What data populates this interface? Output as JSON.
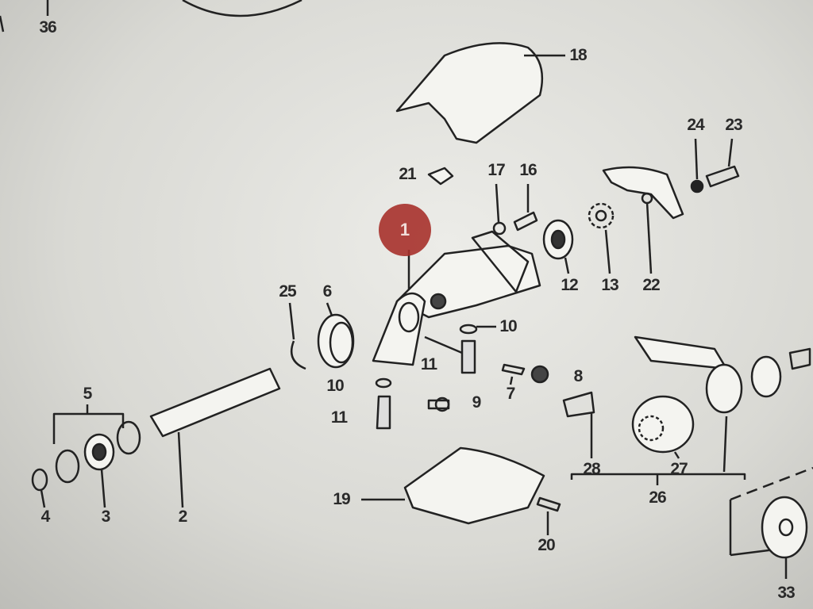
{
  "diagram": {
    "callout_number": "1",
    "callout_color": "#a8322c",
    "part_labels": [
      "36",
      "18",
      "24",
      "23",
      "21",
      "17",
      "16",
      "25",
      "6",
      "12",
      "13",
      "22",
      "10",
      "11",
      "8",
      "10",
      "7",
      "9",
      "5",
      "11",
      "28",
      "27",
      "26",
      "19",
      "4",
      "3",
      "2",
      "20",
      "33"
    ]
  }
}
